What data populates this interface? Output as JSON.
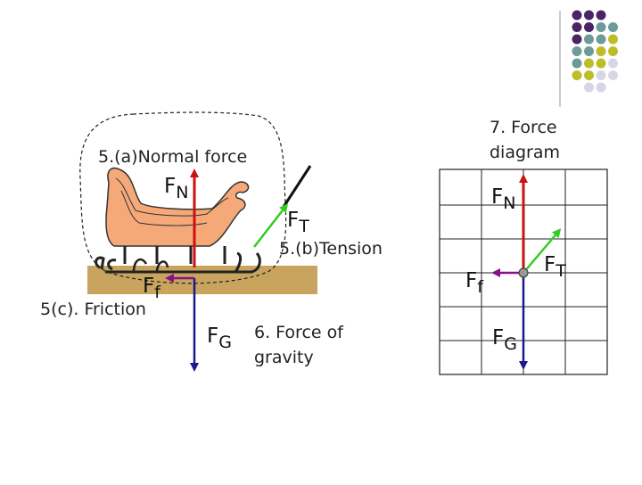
{
  "labels": {
    "normal_caption": "5.(a)Normal force",
    "tension_caption": "5.(b)Tension",
    "friction_caption": "5(c). Friction",
    "gravity_caption_line1": "6. Force of",
    "gravity_caption_line2": "gravity",
    "diagram_caption_line1": "7. Force",
    "diagram_caption_line2": "diagram"
  },
  "forces": {
    "normal": {
      "letter": "F",
      "sub": "N"
    },
    "tension": {
      "letter": "F",
      "sub": "T"
    },
    "friction": {
      "letter": "F",
      "sub": "f"
    },
    "gravity": {
      "letter": "F",
      "sub": "G"
    }
  },
  "colors": {
    "normal": "#cc1111",
    "tension": "#33cc22",
    "friction": "#881188",
    "gravity": "#1a1a8c",
    "sleigh": "#f5a878",
    "ground": "#c8a45e",
    "dot_purple": "#4b2468",
    "dot_teal": "#6e9a9a",
    "dot_olive": "#bdbd2a",
    "dot_lavender": "#d8d6e6"
  },
  "decoration": {
    "dot_grid_colors": [
      [
        "dot_purple",
        "dot_purple",
        "dot_purple",
        "none"
      ],
      [
        "dot_purple",
        "dot_purple",
        "dot_teal",
        "dot_teal"
      ],
      [
        "dot_purple",
        "dot_teal",
        "dot_teal",
        "dot_olive"
      ],
      [
        "dot_teal",
        "dot_teal",
        "dot_olive",
        "dot_olive"
      ],
      [
        "dot_teal",
        "dot_olive",
        "dot_olive",
        "dot_lavender"
      ],
      [
        "dot_olive",
        "dot_olive",
        "dot_lavender",
        "dot_lavender"
      ],
      [
        "none",
        "dot_lavender",
        "dot_lavender",
        "none"
      ]
    ]
  }
}
